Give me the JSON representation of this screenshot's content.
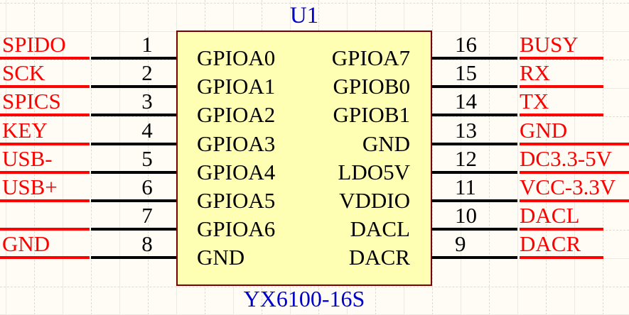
{
  "schematic": {
    "designator": "U1",
    "part_number": "YX6100-16S",
    "colors": {
      "net_label": "#FF0000",
      "wire": "#FF0000",
      "pin_line": "#000000",
      "pin_number": "#000000",
      "pin_name": "#000000",
      "title": "#0000C8",
      "body_fill": "#FFFFB3",
      "body_border": "#7A0000",
      "background": "#FFFCF5",
      "grid_solid": "#ECE9E2",
      "grid_dashed": "#DFDCD4"
    },
    "left_pins": [
      {
        "number": "1",
        "net_label": "SPIDO",
        "pin_name": "GPIOA0"
      },
      {
        "number": "2",
        "net_label": "SCK",
        "pin_name": "GPIOA1"
      },
      {
        "number": "3",
        "net_label": "SPICS",
        "pin_name": "GPIOA2"
      },
      {
        "number": "4",
        "net_label": "KEY",
        "pin_name": "GPIOA3"
      },
      {
        "number": "5",
        "net_label": "USB-",
        "pin_name": "GPIOA4"
      },
      {
        "number": "6",
        "net_label": "USB+",
        "pin_name": "GPIOA5"
      },
      {
        "number": "7",
        "net_label": "",
        "pin_name": "GPIOA6"
      },
      {
        "number": "8",
        "net_label": "GND",
        "pin_name": "GND"
      }
    ],
    "right_pins": [
      {
        "number": "16",
        "net_label": "BUSY",
        "pin_name": "GPIOA7",
        "wire_to_edge": false
      },
      {
        "number": "15",
        "net_label": "RX",
        "pin_name": "GPIOB0",
        "wire_to_edge": false
      },
      {
        "number": "14",
        "net_label": "TX",
        "pin_name": "GPIOB1",
        "wire_to_edge": false
      },
      {
        "number": "13",
        "net_label": "GND",
        "pin_name": "GND",
        "wire_to_edge": true
      },
      {
        "number": "12",
        "net_label": "DC3.3-5V",
        "pin_name": "LDO5V",
        "wire_to_edge": true
      },
      {
        "number": "11",
        "net_label": "VCC-3.3V",
        "pin_name": "VDDIO",
        "wire_to_edge": true
      },
      {
        "number": "10",
        "net_label": "DACL",
        "pin_name": "DACL",
        "wire_to_edge": false
      },
      {
        "number": "9",
        "net_label": "DACR",
        "pin_name": "DACR",
        "wire_to_edge": false
      }
    ]
  }
}
